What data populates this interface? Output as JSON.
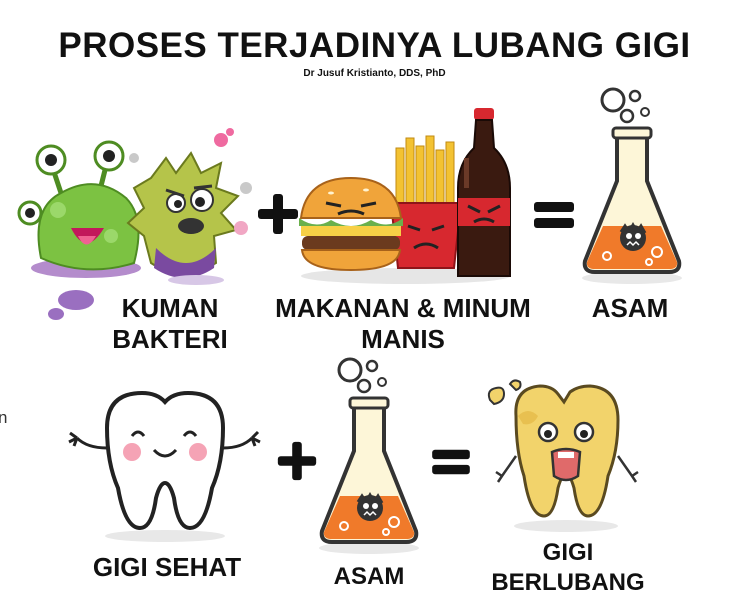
{
  "title": "PROSES TERJADINYA LUBANG GIGI",
  "author": "Dr Jusuf Kristianto, DDS, PhD",
  "row1": {
    "bacteria_label": "KUMAN\nBAKTERI",
    "food_label": "MAKANAN & MINUM\nMANIS",
    "acid_label": "ASAM"
  },
  "row2": {
    "healthy_label": "GIGI SEHAT",
    "acid_label": "ASAM",
    "cavity_label": "GIGI\nBERLUBANG"
  },
  "edge_char": "n",
  "icons": [
    "bacteria-monster-icon",
    "burger-icon",
    "fries-icon",
    "cola-bottle-icon",
    "acid-flask-icon",
    "healthy-tooth-icon",
    "decayed-tooth-icon",
    "plus-icon",
    "equals-icon"
  ],
  "colors": {
    "bacteria_green": "#7cc242",
    "bacteria_olive": "#b5c44a",
    "acid_orange": "#f07a2a",
    "cola_red": "#d7282f",
    "tooth_yellow": "#f2d36b"
  }
}
